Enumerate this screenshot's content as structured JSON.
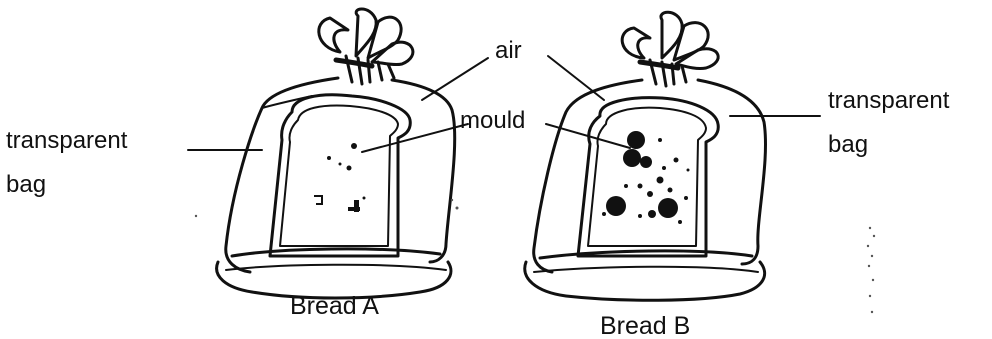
{
  "labels": {
    "left_bag": [
      "transparent",
      "bag"
    ],
    "right_bag": [
      "transparent",
      "bag"
    ],
    "air": "air",
    "mould": "mould",
    "caption_a": "Bread A",
    "caption_b": "Bread B"
  },
  "colors": {
    "ink": "#111111",
    "background": "#ffffff",
    "mould": "#111111"
  }
}
